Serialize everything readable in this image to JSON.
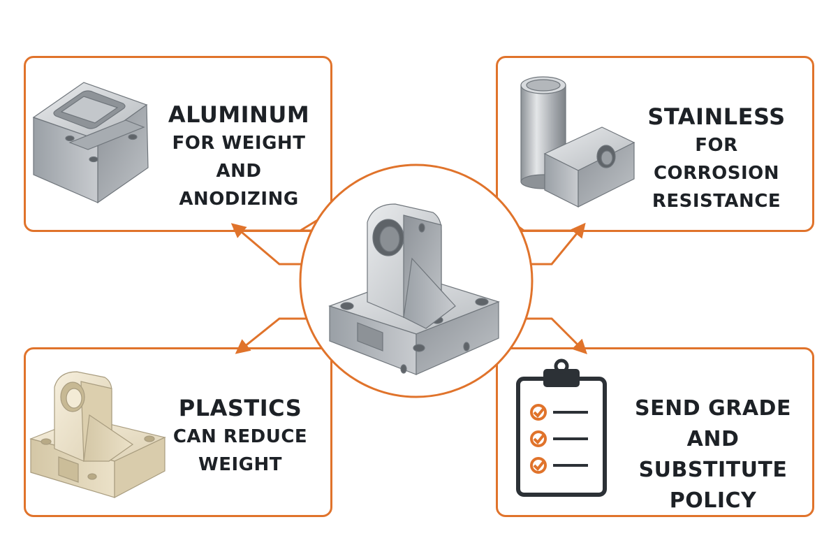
{
  "colors": {
    "accent": "#E0732B",
    "text": "#1d2126",
    "metal": "#b9bdc1",
    "plastic": "#eee4cc"
  },
  "center": {
    "icon": "metal-bracket-icon"
  },
  "aluminum": {
    "icon": "aluminum-block-icon",
    "title": "ALUMINUM",
    "line1": "FOR WEIGHT",
    "line2": "AND ANODIZING"
  },
  "stainless": {
    "icon": "stainless-parts-icon",
    "title": "STAINLESS",
    "line1": "FOR CORROSION",
    "line2": "RESISTANCE"
  },
  "plastics": {
    "icon": "plastic-bracket-icon",
    "title": "PLASTICS",
    "line1": "CAN REDUCE",
    "line2": "WEIGHT"
  },
  "grade": {
    "icon": "clipboard-checklist-icon",
    "line1": "SEND GRADE",
    "line2": "AND SUBSTITUTE",
    "line3": "POLICY"
  }
}
